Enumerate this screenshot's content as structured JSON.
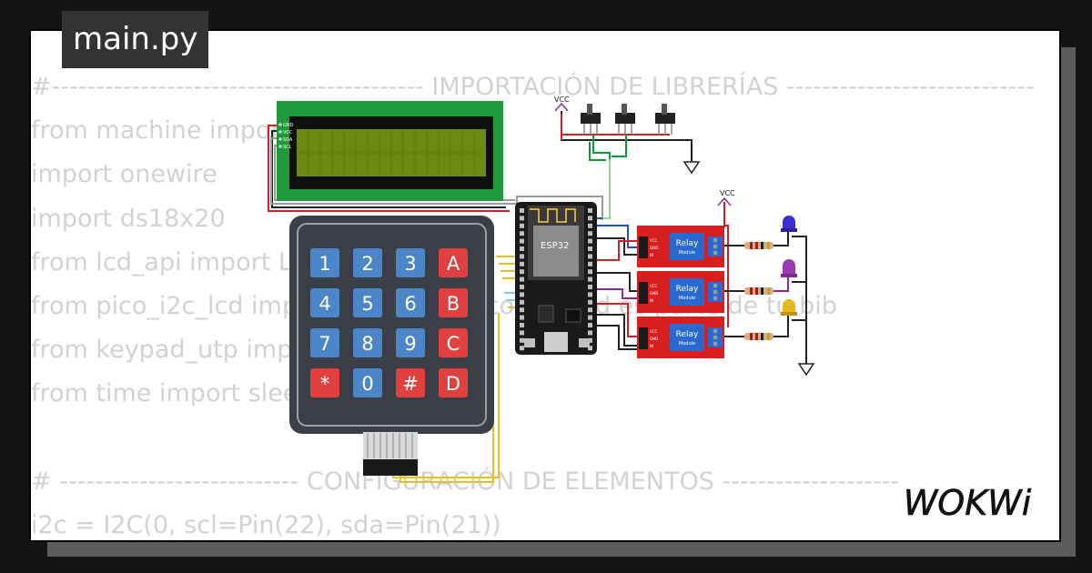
{
  "tab": {
    "filename": "main.py"
  },
  "code_lines": [
    "#------------------------------------------ IMPORTACIÓN DE LIBRERÍAS ----------------------------",
    "from machine import Pin, I2C, ADC",
    "import onewire",
    "import ds18x20",
    "from lcd_api import LcdApi",
    "from pico_i2c_lcd import I2cLcd  # pico_i2c_lcd es parte de tu bib",
    "from keypad_utp import Keypad",
    "from time import sleep",
    "",
    "# --------------------------- CONFIGURACIÓN DE ELEMENTOS --------------------",
    "i2c = I2C(0, scl=Pin(22), sda=Pin(21))"
  ],
  "lcd": {
    "pins": [
      "GND",
      "VCC",
      "SDA",
      "SCL"
    ]
  },
  "esp32": {
    "label": "ESP32"
  },
  "supply_labels": {
    "switches": "VCC",
    "relays": "VCC"
  },
  "relay": {
    "title": "Relay",
    "subtitle": "Module",
    "pins": [
      "VCC",
      "GND",
      "IN"
    ]
  },
  "keypad": {
    "keys": [
      "1",
      "2",
      "3",
      "A",
      "4",
      "5",
      "6",
      "B",
      "7",
      "8",
      "9",
      "C",
      "*",
      "0",
      "#",
      "D"
    ]
  },
  "brand": {
    "logo_text": "WOKWi"
  },
  "colors": {
    "background": "#141414",
    "card": "#ffffff",
    "tab": "#333333",
    "code": "#d2d2d2",
    "lcd_pcb": "#1f9a3a",
    "lcd_screen": "#6b8a12",
    "relay_board": "#d81e1e",
    "keypad_body": "#3b3f47",
    "key_blue": "#4d86c8",
    "key_red": "#e04040"
  }
}
